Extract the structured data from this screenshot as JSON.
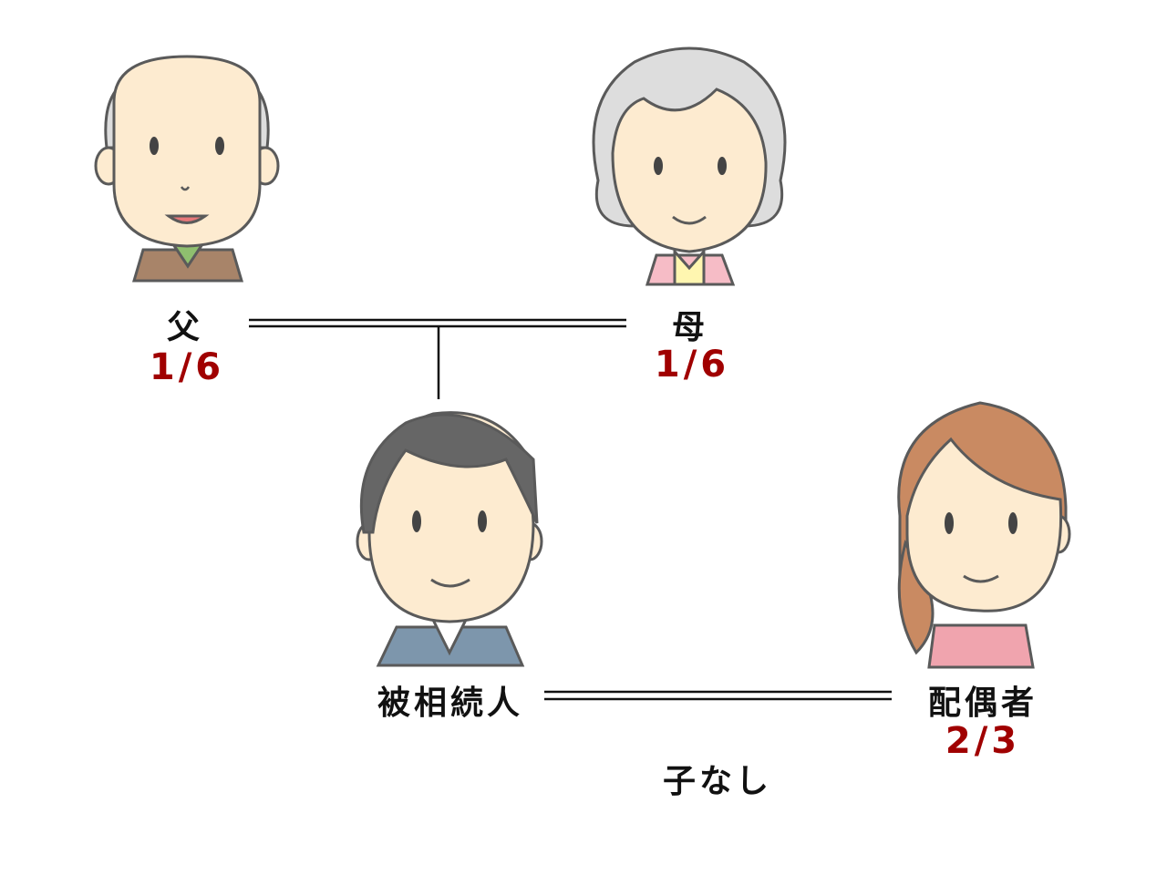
{
  "people": {
    "father": {
      "label": "父",
      "share": "1/6"
    },
    "mother": {
      "label": "母",
      "share": "1/6"
    },
    "decedent": {
      "label": "被相続人"
    },
    "spouse": {
      "label": "配偶者",
      "share": "2/3"
    }
  },
  "note": "子なし",
  "colors": {
    "share": "#a00000",
    "skin": "#fdebd0",
    "outline": "#5a5a5a"
  }
}
